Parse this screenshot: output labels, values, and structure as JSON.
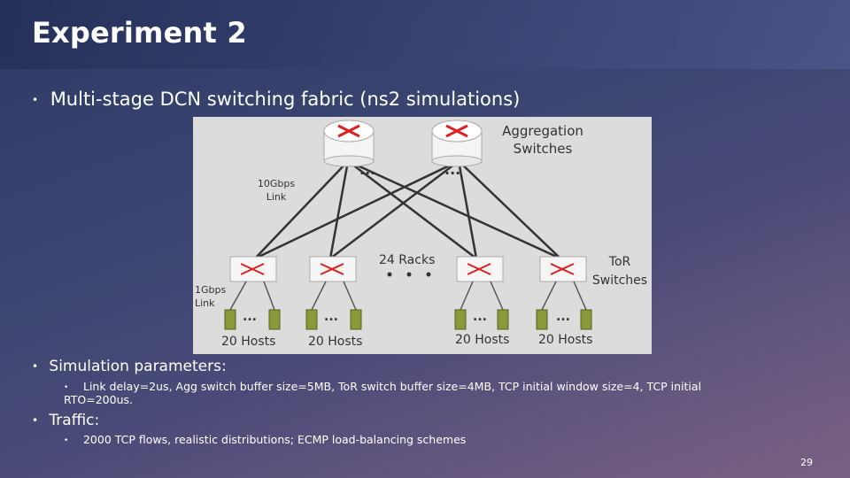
{
  "slide": {
    "title": "Experiment 2",
    "bullet1": "Multi-stage DCN switching fabric (ns2 simulations)",
    "bullet2": "Simulation parameters:",
    "sub2": "Link delay=2us, Agg switch buffer size=5MB, ToR switch buffer size=4MB,  TCP initial window size=4, TCP initial RTO=200us.",
    "bullet3": "Traffic:",
    "sub3": "2000 TCP flows, realistic distributions; ECMP load-balancing schemes",
    "page_number": "29"
  },
  "diagram": {
    "agg_label_1": "Aggregation",
    "agg_label_2": "Switches",
    "link10_1": "10Gbps",
    "link10_2": "Link",
    "link1_1": "1Gbps",
    "link1_2": "Link",
    "racks_label": "24 Racks",
    "tor_label_1": "ToR",
    "tor_label_2": "Switches",
    "hosts": [
      "20 Hosts",
      "20 Hosts",
      "20 Hosts",
      "20 Hosts"
    ],
    "ellipsis": "...",
    "colors": {
      "router_arrow": "#e02020",
      "tor_arrow": "#e02020",
      "host": "#8a9a3a",
      "link": "#333333"
    }
  }
}
